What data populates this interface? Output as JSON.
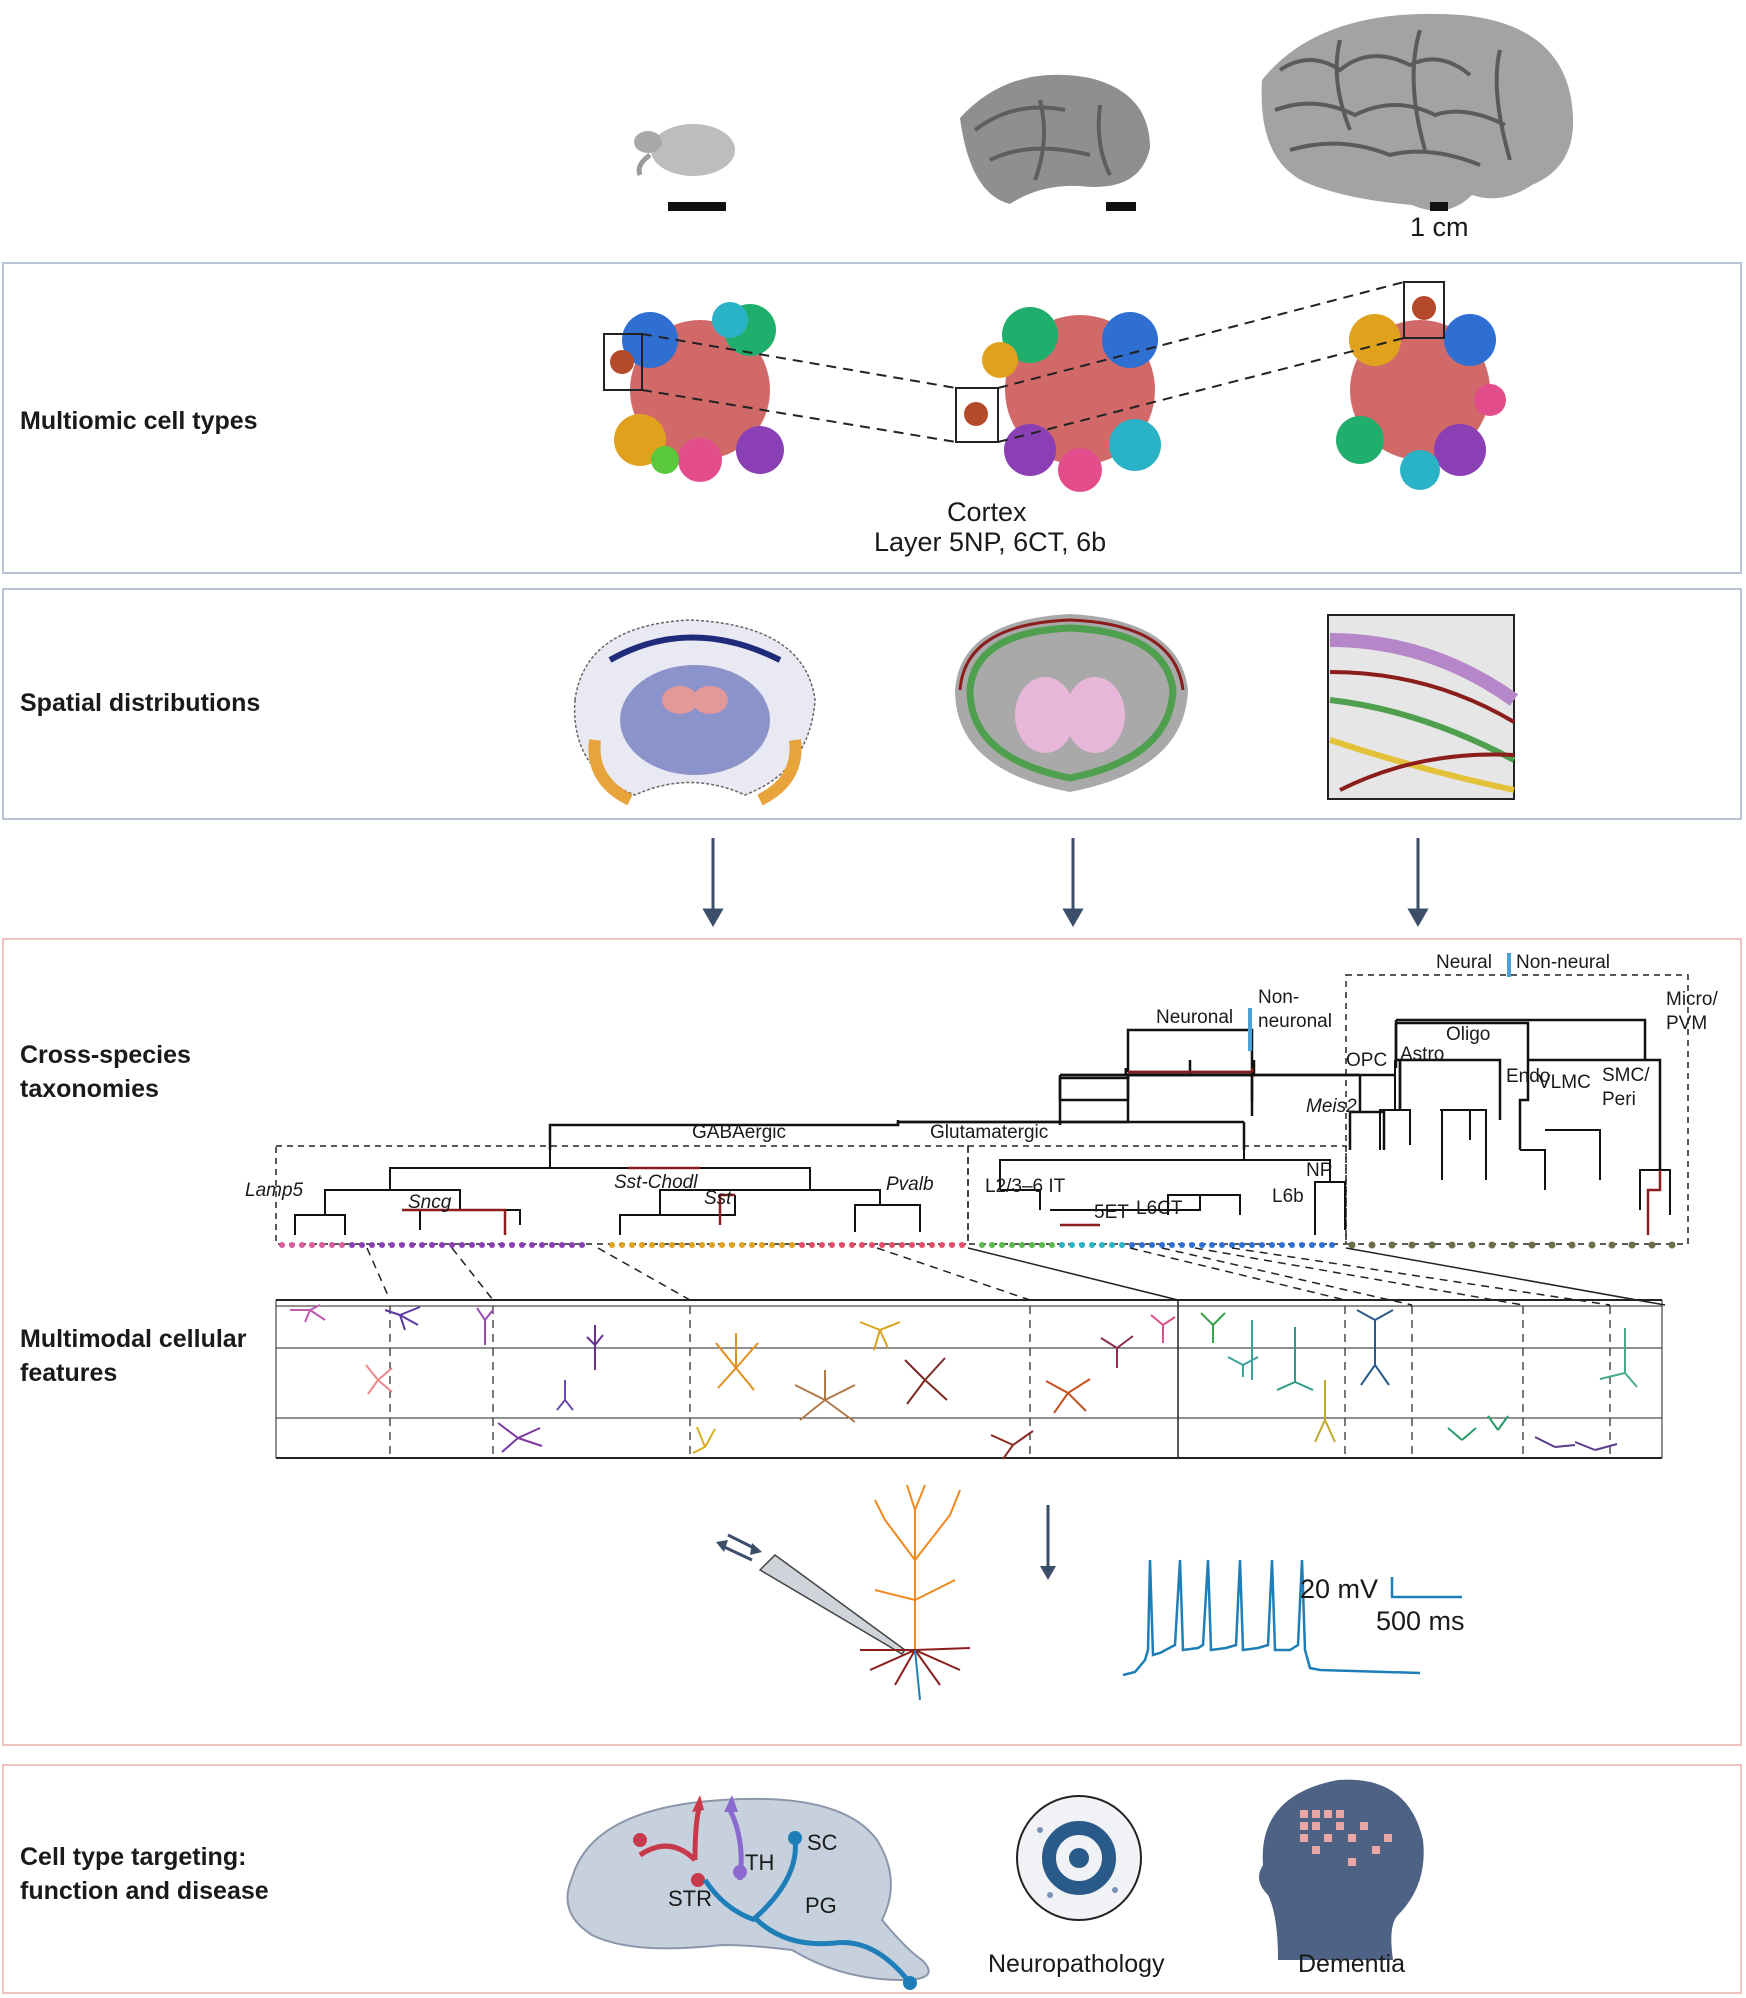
{
  "scale": {
    "label": "1 cm"
  },
  "rows": {
    "multiomic": "Multiomic cell types",
    "spatial": "Spatial distributions",
    "taxonomies": "Cross-species taxonomies",
    "multimodal": "Multimodal cellular features",
    "targeting": "Cell type targeting: function and disease"
  },
  "cortex": {
    "line1": "Cortex",
    "line2": "Layer 5NP, 6CT, 6b"
  },
  "taxonomy": {
    "neural": "Neural",
    "non_neural": "Non-neural",
    "neuronal": "Neuronal",
    "non_neuronal": "Non-neuronal",
    "micro": "Micro/ PVM",
    "oligo": "Oligo",
    "astro": "Astro",
    "endo": "Endo",
    "opc": "OPC",
    "vlmc": "VLMC",
    "smc": "SMC/ Peri",
    "meis2": "Meis2",
    "gaba": "GABAergic",
    "glut": "Glutamatergic",
    "lamp5": "Lamp5",
    "sncg": "Sncg",
    "sst_chodl": "Sst-Chodl",
    "sst": "Sst",
    "pvalb": "Pvalb",
    "it": "L2/3–6 IT",
    "np": "NP",
    "et": "5ET",
    "l6ct": "L6CT",
    "l6b": "L6b"
  },
  "ephys": {
    "voltage": "20 mV",
    "time": "500 ms"
  },
  "targeting": {
    "str": "STR",
    "th": "TH",
    "sc": "SC",
    "pg": "PG",
    "neuropathology": "Neuropathology",
    "dementia": "Dementia"
  },
  "colors": {
    "panel_blue": "#b9c3d8",
    "panel_pink": "#efc1c1",
    "arrow": "#3d4e6b",
    "trace": "#1e7fb8",
    "brain_fill": "#c7d0dd",
    "head": "#4e6285",
    "dementia_dots": "#e8a5a5"
  }
}
